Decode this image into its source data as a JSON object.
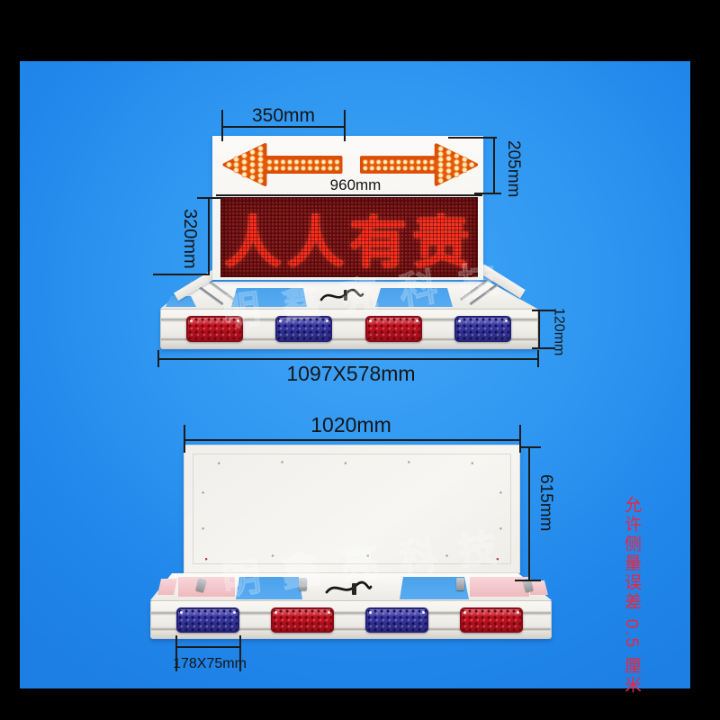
{
  "watermark": "明鑫亮科技",
  "front_view": {
    "led_text": "人人有责",
    "dim_arrow_width": "350mm",
    "dim_board_width": "960mm",
    "dim_arrow_panel_height": "205mm",
    "dim_led_height": "320mm",
    "dim_base_height": "120mm",
    "dim_overall": "1097X578mm",
    "reflectors": [
      "red",
      "blue",
      "red",
      "blue"
    ]
  },
  "back_view": {
    "dim_width": "1020mm",
    "dim_height": "615mm",
    "dim_reflector": "178X75mm",
    "reflectors": [
      "blue",
      "red",
      "blue",
      "red"
    ]
  },
  "side_note": "允许侧量误差 0.5 厘米",
  "icons": [
    "led-arrow-left",
    "led-arrow-right"
  ],
  "colors": {
    "backdrop_center": "#43a5f7",
    "backdrop_edge": "#1d7fe3",
    "outer_frame": "#000000",
    "arrow_orange": "#e4570d",
    "led_background": "#701114",
    "led_red": "#ff2d1c",
    "reflector_red": "#c21122",
    "reflector_blue": "#38379f",
    "note_red": "#f2233a",
    "dimension_line": "#1b1b1b"
  }
}
